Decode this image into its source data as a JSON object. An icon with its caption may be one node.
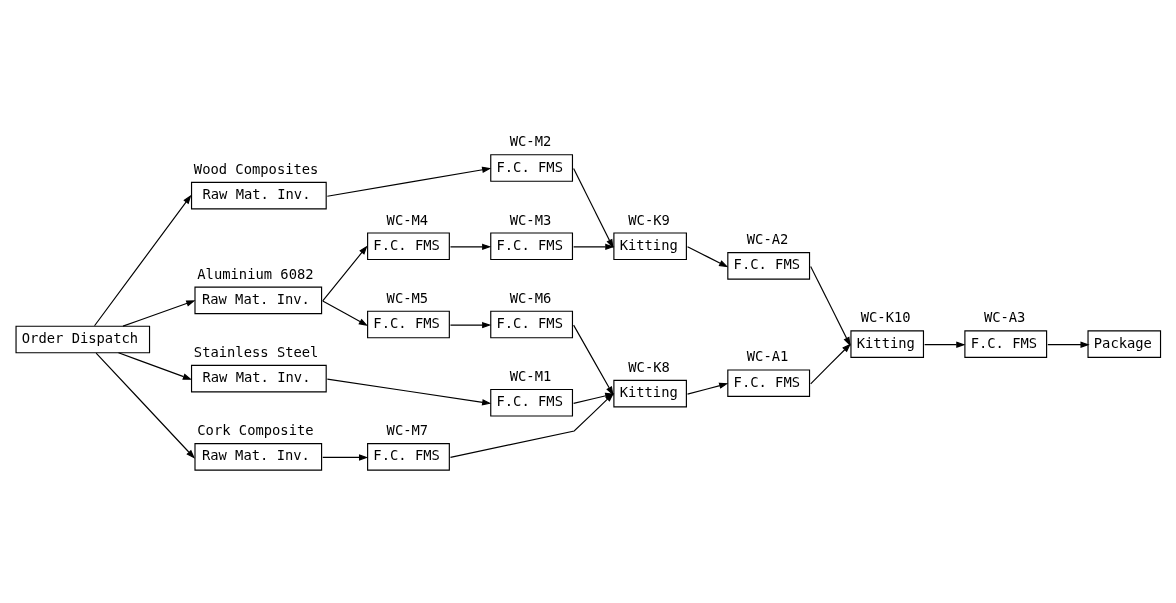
{
  "diagram": {
    "nodes": [
      {
        "text": [
          "Order Dispatch"
        ]
      },
      {
        "text": [
          "Raw Mat. Inv."
        ],
        "beside": [
          "Wood Composites"
        ]
      },
      {
        "text": [
          "F.C. FMS"
        ],
        "beside": [
          "WC-M2"
        ]
      },
      {
        "text": [
          "Raw Mat. Inv."
        ],
        "beside": [
          "Aluminium 6082"
        ]
      },
      {
        "text": [
          "F.C. FMS"
        ],
        "beside": [
          "WC-M4"
        ]
      },
      {
        "text": [
          "F.C. FMS"
        ],
        "beside": [
          "WC-M3"
        ]
      },
      {
        "text": [
          "Kitting"
        ],
        "beside": [
          "WC-K9"
        ]
      },
      {
        "text": [
          "F.C. FMS"
        ],
        "beside": [
          "WC-A2"
        ]
      },
      {
        "text": [
          "F.C. FMS"
        ],
        "beside": [
          "WC-M5"
        ]
      },
      {
        "text": [
          "F.C. FMS"
        ],
        "beside": [
          "WC-M6"
        ]
      },
      {
        "text": [
          "Raw Mat. Inv."
        ],
        "beside": [
          "Stainless Steel"
        ]
      },
      {
        "text": [
          "F.C. FMS"
        ],
        "beside": [
          "WC-M1"
        ]
      },
      {
        "text": [
          "Kitting"
        ],
        "beside": [
          "WC-K8"
        ]
      },
      {
        "text": [
          "F.C. FMS"
        ],
        "beside": [
          "WC-A1"
        ]
      },
      {
        "text": [
          "Raw Mat. Inv."
        ],
        "beside": [
          "Cork Composite"
        ]
      },
      {
        "text": [
          "F.C. FMS"
        ],
        "beside": [
          "WC-M7"
        ]
      },
      {
        "text": [
          "Kitting"
        ],
        "beside": [
          "WC-K10"
        ]
      },
      {
        "text": [
          "F.C. FMS"
        ],
        "beside": [
          "WC-A3"
        ]
      },
      {
        "text": [
          "Package"
        ]
      }
    ],
    "edges": [
      {
        "from": 0,
        "to": 1,
        "arrow": "to"
      },
      {
        "from": 0,
        "to": 3,
        "arrow": "to"
      },
      {
        "from": 0,
        "to": 10,
        "arrow": "to"
      },
      {
        "from": 0,
        "to": 14,
        "arrow": "to"
      },
      {
        "from": 1,
        "to": 2,
        "arrow": "to"
      },
      {
        "from": 2,
        "to": 6,
        "arrow": "to"
      },
      {
        "from": 3,
        "to": 4,
        "arrow": "to"
      },
      {
        "from": 3,
        "to": 8,
        "arrow": "to"
      },
      {
        "from": 4,
        "to": 5,
        "arrow": "to"
      },
      {
        "from": 5,
        "to": 6,
        "arrow": "to"
      },
      {
        "from": 8,
        "to": 9,
        "arrow": "to"
      },
      {
        "from": 9,
        "to": 12,
        "arrow": "to"
      },
      {
        "from": 10,
        "to": 11,
        "arrow": "to"
      },
      {
        "from": 11,
        "to": 12,
        "arrow": "to"
      },
      {
        "from": 14,
        "to": 15,
        "arrow": "to"
      },
      {
        "from": 15,
        "to": 12,
        "arrow": "to"
      },
      {
        "from": 6,
        "to": 7,
        "arrow": "to"
      },
      {
        "from": 7,
        "to": 16,
        "arrow": "to"
      },
      {
        "from": 12,
        "to": 13,
        "arrow": "to"
      },
      {
        "from": 13,
        "to": 16,
        "arrow": "to"
      },
      {
        "from": 16,
        "to": 17,
        "arrow": "to"
      },
      {
        "from": 17,
        "to": 18,
        "arrow": "to"
      }
    ]
  }
}
